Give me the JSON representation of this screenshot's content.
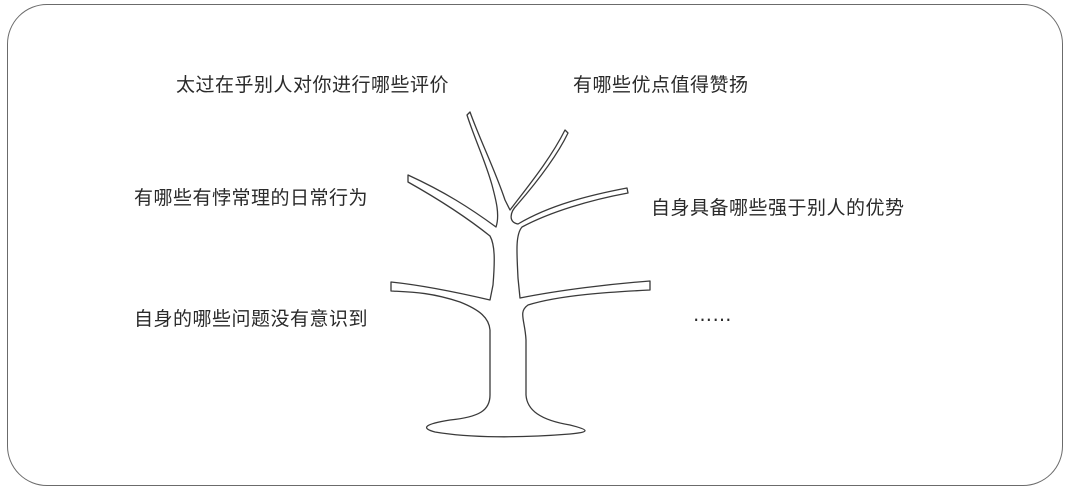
{
  "diagram": {
    "type": "tree-metaphor",
    "labels": {
      "top_left": "太过在乎别人对你进行哪些评价",
      "top_right": "有哪些优点值得赞扬",
      "mid_left": "有哪些有悖常理的日常行为",
      "mid_right": "自身具备哪些强于别人的优势",
      "bottom_left": "自身的哪些问题没有意识到",
      "bottom_right": "……"
    },
    "colors": {
      "line": "#3a3a3a",
      "frame": "#6b6b6b",
      "text": "#2a2a2a",
      "background": "#ffffff"
    }
  }
}
